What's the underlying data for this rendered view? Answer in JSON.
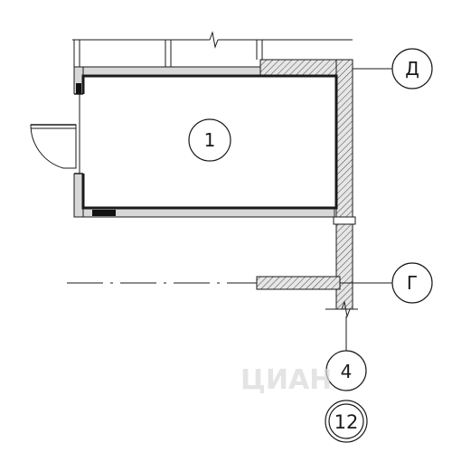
{
  "room": {
    "number": "1"
  },
  "axes": {
    "row_d": "Д",
    "row_g": "Г",
    "col_4": "4",
    "ref_12": "12"
  },
  "watermark": {
    "text": "ЦИАН"
  },
  "colors": {
    "line": "#1a1a1a",
    "hatch": "#444444",
    "wall_fill": "#e6e6e6",
    "thin_wall_fill": "#d0d0d0",
    "dark_block": "#111111",
    "watermark": "#d9d9d9"
  }
}
